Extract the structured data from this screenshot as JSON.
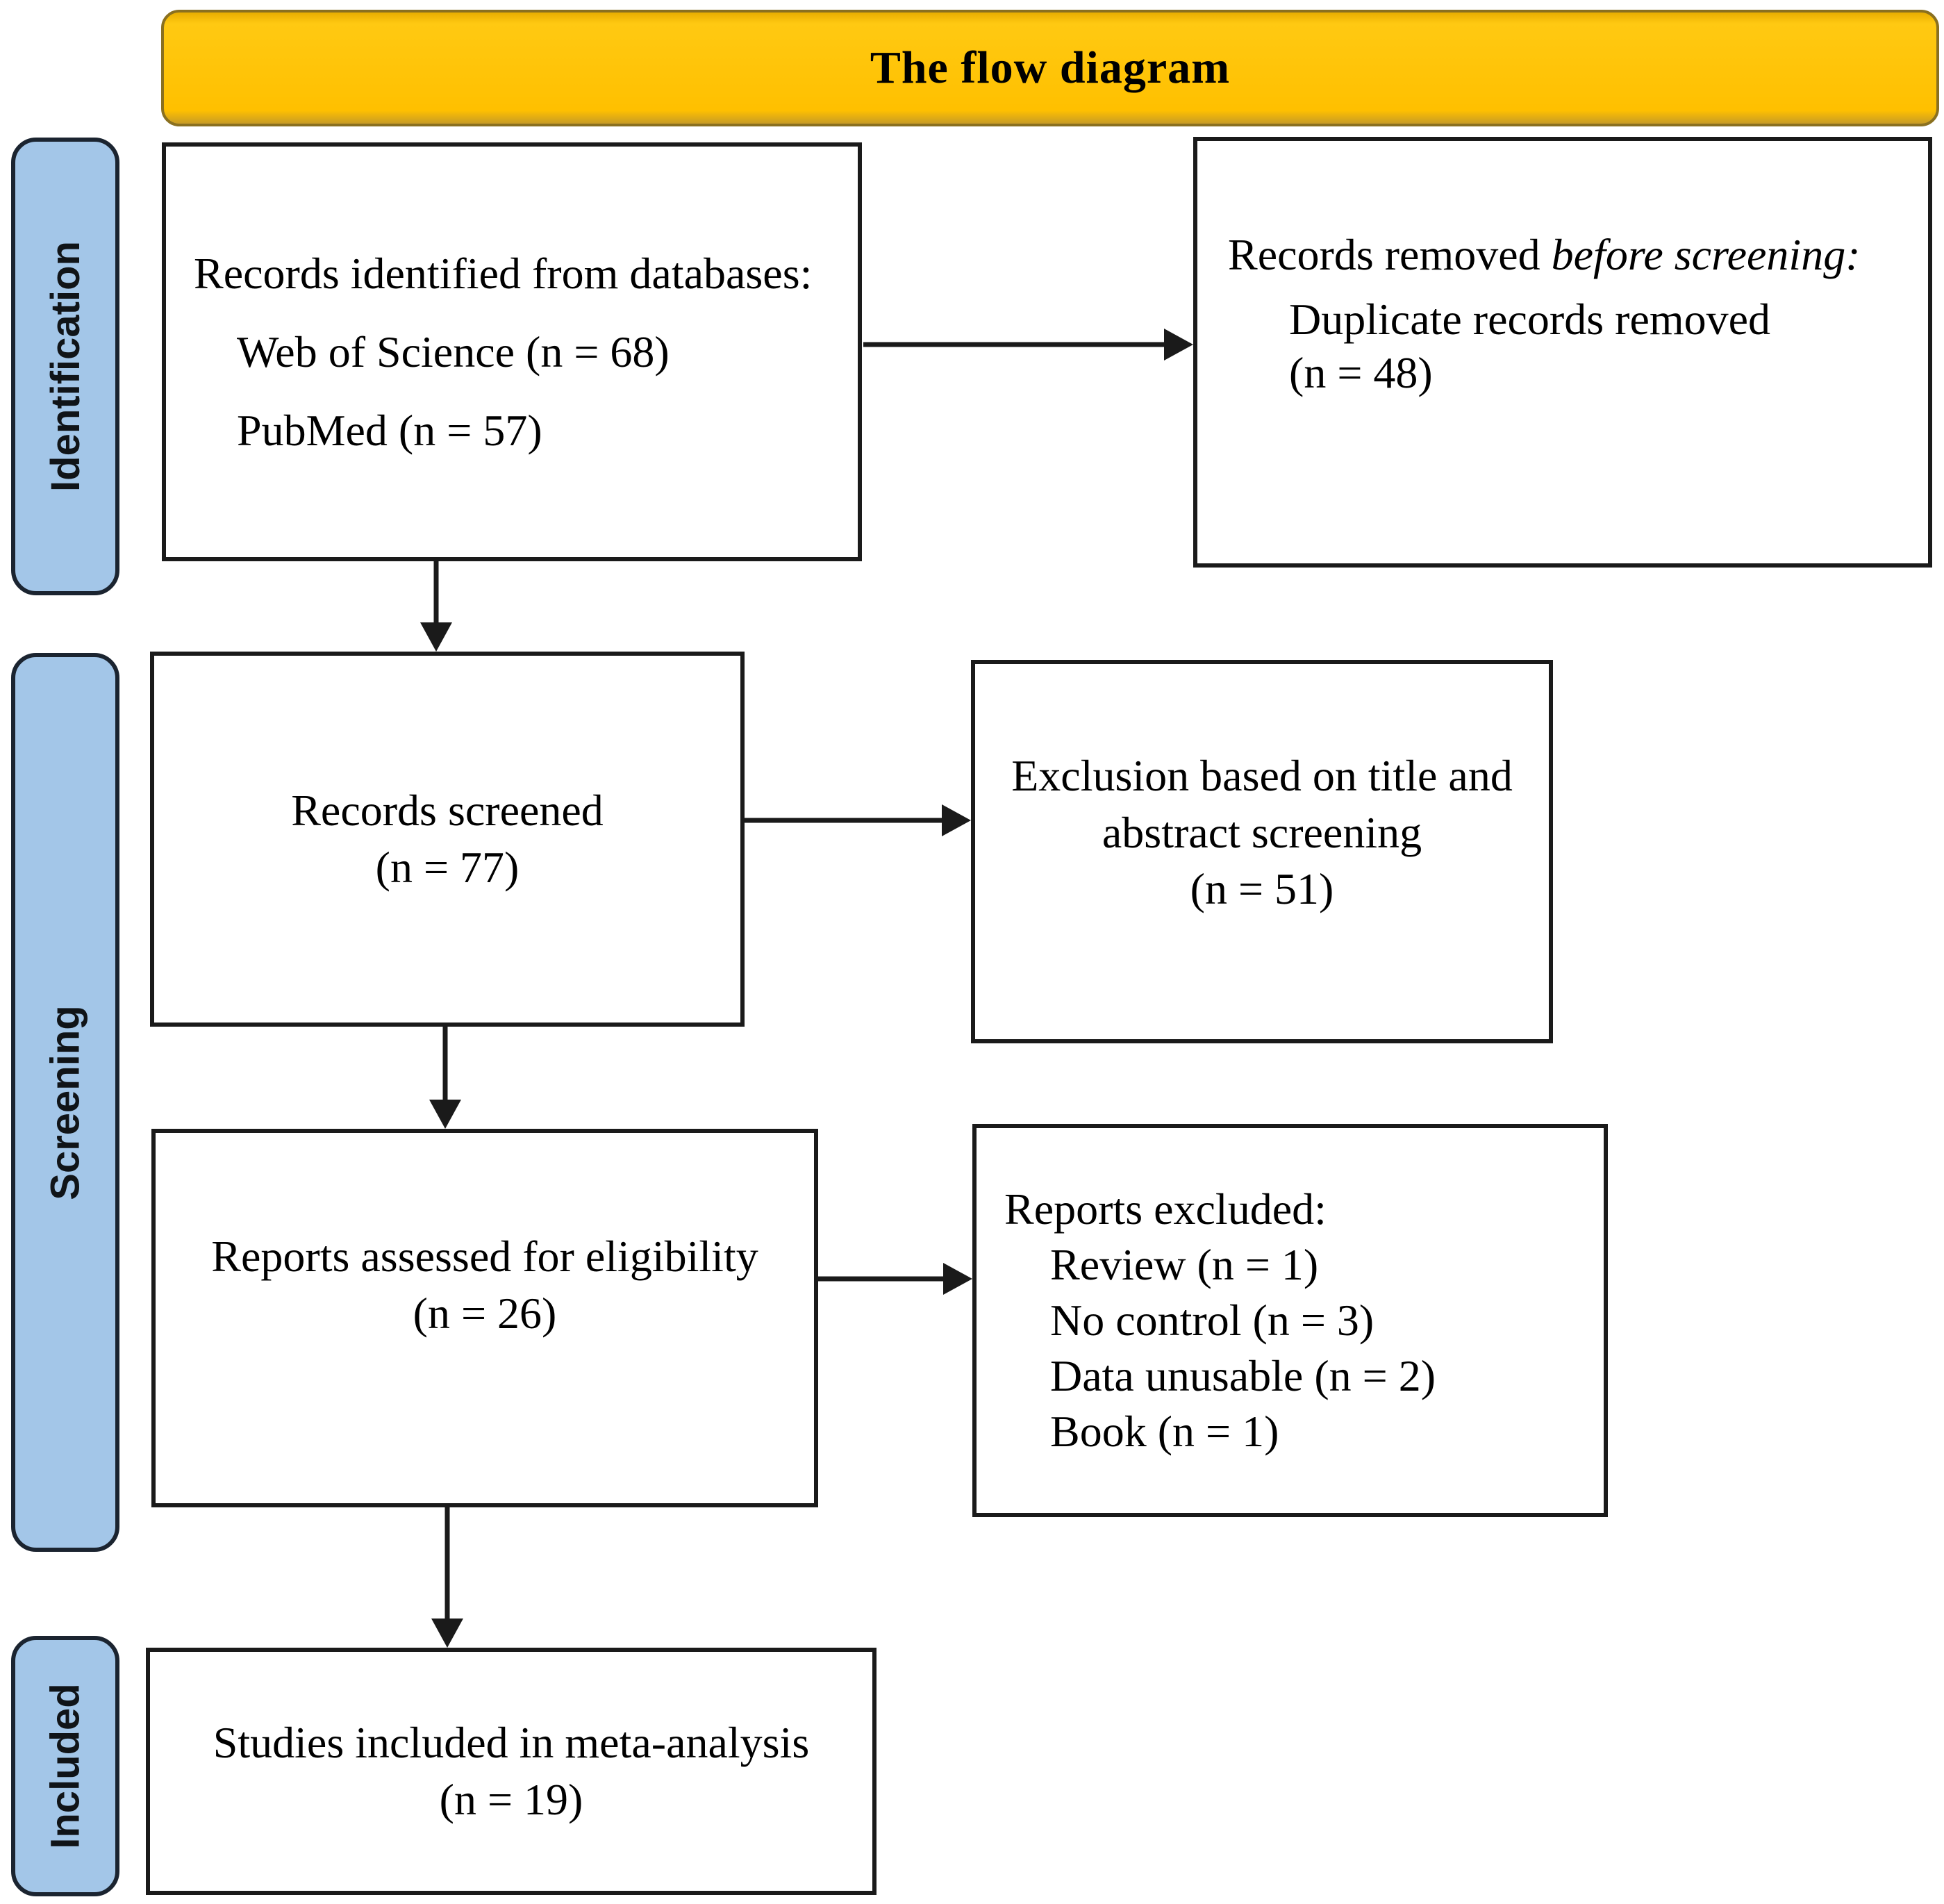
{
  "title": "The flow diagram",
  "stages": [
    {
      "label": "Identification"
    },
    {
      "label": "Screening"
    },
    {
      "label": "Included"
    }
  ],
  "boxes": {
    "identified": {
      "header": "Records identified from databases:",
      "item1": "Web of Science (n = 68)",
      "item2": "PubMed (n = 57)"
    },
    "removed": {
      "header_plain": "Records removed ",
      "header_italic": "before screening:",
      "item1": "Duplicate records removed",
      "item2": "(n = 48)"
    },
    "screened": {
      "line1": "Records screened",
      "line2": "(n = 77)"
    },
    "exclusion": {
      "line1": "Exclusion based on title and",
      "line2": "abstract screening",
      "line3": "(n = 51)"
    },
    "assessed": {
      "line1": "Reports assessed for eligibility",
      "line2": "(n = 26)"
    },
    "reports_excluded": {
      "header": "Reports excluded:",
      "item1": "Review (n = 1)",
      "item2": "No control (n = 3)",
      "item3": "Data unusable (n = 2)",
      "item4": "Book (n = 1)"
    },
    "included": {
      "line1": "Studies included in meta-analysis",
      "line2": "(n = 19)"
    }
  },
  "colors": {
    "title_bg": "#FFC000",
    "title_border": "#8A7020",
    "stage_bg": "#A3C6E8",
    "stage_border": "#1B2430",
    "box_border": "#1A1A1A",
    "arrow": "#1A1A1A",
    "text": "#000000"
  }
}
